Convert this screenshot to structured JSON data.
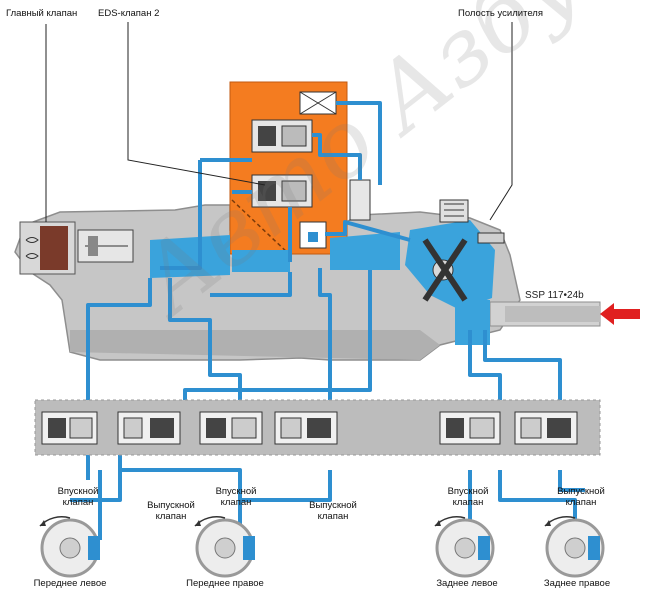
{
  "labels": {
    "main_valve": "Главный клапан",
    "eds_valve": "EDS-клапан 2",
    "booster_cavity": "Полость усилителя",
    "ssp_code": "SSP 117•24b"
  },
  "valve_labels": [
    {
      "id": "fl-in",
      "line1": "Впускной",
      "line2": "клапан"
    },
    {
      "id": "fl-out",
      "line1": "Выпускной",
      "line2": "клапан"
    },
    {
      "id": "fr-in",
      "line1": "Впускной",
      "line2": "клапан"
    },
    {
      "id": "fr-out",
      "line1": "Выпускной",
      "line2": "клапан"
    },
    {
      "id": "rl-in",
      "line1": "Впускной",
      "line2": "клапан"
    },
    {
      "id": "rl-out",
      "line1": "Выпускной",
      "line2": "клапан"
    }
  ],
  "wheels": [
    {
      "id": "front-left",
      "label": "Переднее левое"
    },
    {
      "id": "front-right",
      "label": "Переднее правое"
    },
    {
      "id": "rear-left",
      "label": "Заднее левое"
    },
    {
      "id": "rear-right",
      "label": "Заднее правое"
    }
  ],
  "watermark": "Авто Азбука",
  "colors": {
    "fluid": "#3aa3dc",
    "pipe": "#2e8fd0",
    "housing": "#c8c8c8",
    "housing_dark": "#9a9a9a",
    "orange": "#f47c20",
    "arrow": "#e02020"
  }
}
